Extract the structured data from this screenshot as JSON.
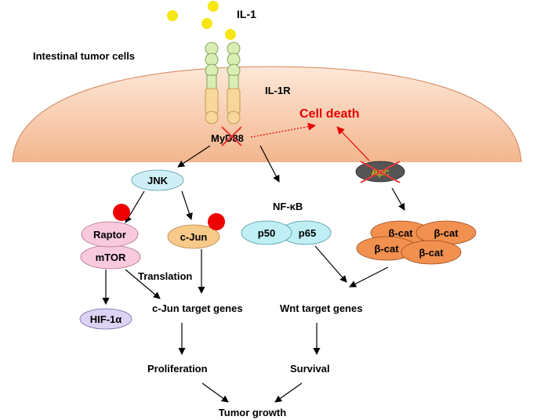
{
  "labels": {
    "il1": "IL-1",
    "context": "Intestinal tumor cells",
    "il1r": "IL-1R",
    "cell_death": "Cell death",
    "myd88": "MyD88",
    "apc": "Apc",
    "jnk": "JNK",
    "nfkb": "NF-κB",
    "raptor": "Raptor",
    "mtor": "mTOR",
    "cjun": "c-Jun",
    "p50": "p50",
    "p65": "p65",
    "bcat1": "β-cat",
    "bcat2": "β-cat",
    "bcat3": "β-cat",
    "bcat4": "β-cat",
    "translation": "Translation",
    "hif": "HIF-1α",
    "cjun_targets": "c-Jun target genes",
    "wnt_targets": "Wnt target genes",
    "proliferation": "Proliferation",
    "survival": "Survival",
    "tumor_growth": "Tumor growth"
  },
  "colors": {
    "cell_fill_top": "#fbe6d6",
    "cell_fill_bottom": "#f2b48c",
    "ligand": "#f5e614",
    "receptor_green": "#d9eeb3",
    "receptor_tan": "#f7d79b",
    "jnk": "#cfeff6",
    "raptor": "#f9c9de",
    "cjun": "#f8ca8a",
    "p50": "#bfeff5",
    "bcat": "#f2904f",
    "hif": "#dcd2f3",
    "apc": "#555555",
    "phospho_dot": "#ee0000",
    "cell_death_red": "#e60000"
  }
}
